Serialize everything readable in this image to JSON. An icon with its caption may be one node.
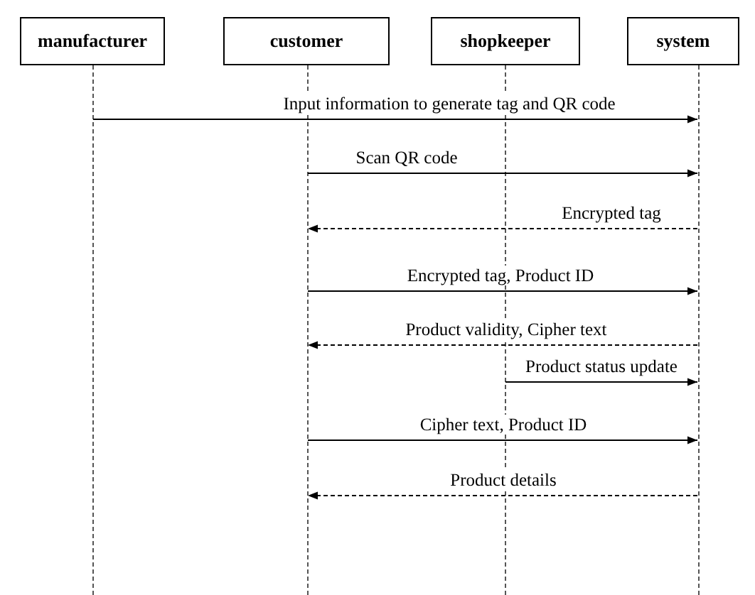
{
  "diagram": {
    "nodes": [
      {
        "text": [
          "manufacturer"
        ]
      },
      {
        "text": [
          "customer"
        ]
      },
      {
        "text": [
          "shopkeeper"
        ]
      },
      {
        "text": [
          "system"
        ]
      },
      {
        "text": [],
        "shape": "bar"
      },
      {
        "text": [],
        "shape": "bar"
      },
      {
        "text": [],
        "shape": "bar"
      },
      {
        "text": [],
        "shape": "bar"
      }
    ],
    "edges": [
      {
        "from": 4,
        "to": 7,
        "arrow": "to",
        "label": "Input information to generate tag and QR code"
      },
      {
        "from": 5,
        "to": 7,
        "arrow": "to",
        "label": "Scan QR code"
      },
      {
        "from": 7,
        "to": 5,
        "arrow": "to",
        "label": "Encrypted tag",
        "style": "dashed"
      },
      {
        "from": 5,
        "to": 7,
        "arrow": "to",
        "label": "Encrypted tag, Product ID"
      },
      {
        "from": 7,
        "to": 5,
        "arrow": "to",
        "label": "Product validity, Cipher text",
        "style": "dashed"
      },
      {
        "from": 6,
        "to": 7,
        "arrow": "to",
        "label": "Product status update"
      },
      {
        "from": 5,
        "to": 7,
        "arrow": "to",
        "label": "Cipher text, Product ID"
      },
      {
        "from": 7,
        "to": 5,
        "arrow": "to",
        "label": "Product details",
        "style": "dashed"
      }
    ]
  }
}
